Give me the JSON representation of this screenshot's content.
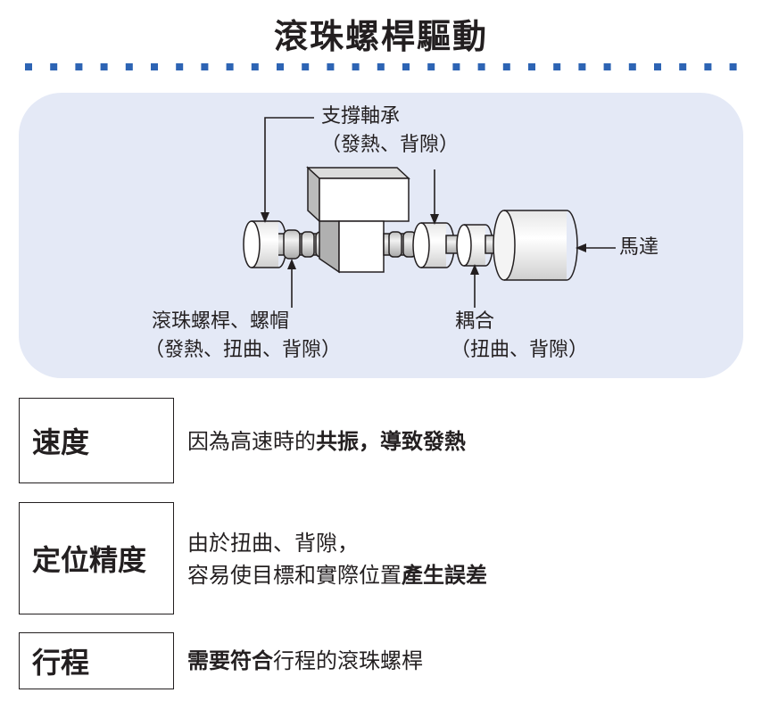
{
  "title": "滾珠螺桿驅動",
  "diagram": {
    "labels": {
      "support_bearing": "支撐軸承",
      "support_bearing_note": "（發熱、背隙）",
      "motor": "馬達",
      "ballscrew": "滾珠螺桿、螺帽",
      "ballscrew_note": "（發熱、扭曲、背隙）",
      "coupling": "耦合",
      "coupling_note": "（扭曲、背隙）"
    }
  },
  "table": {
    "rows": [
      {
        "header": "速度",
        "desc": {
          "plain": "因為高速時的",
          "bold": "共振，導致發熱"
        }
      },
      {
        "header": "定位精度",
        "desc_line1": "由於扭曲、背隙，",
        "desc_line2_plain": "容易使目標和實際位置",
        "desc_line2_bold": "產生誤差"
      },
      {
        "header": "行程",
        "desc": {
          "bold": "需要符合",
          "plain": "行程的滾珠螺桿"
        }
      }
    ]
  },
  "colors": {
    "accent_blue": "#2d64b4",
    "panel_bg": "#e4e9f6",
    "ink": "#231f20",
    "part_gray": "#cfcfcf"
  }
}
